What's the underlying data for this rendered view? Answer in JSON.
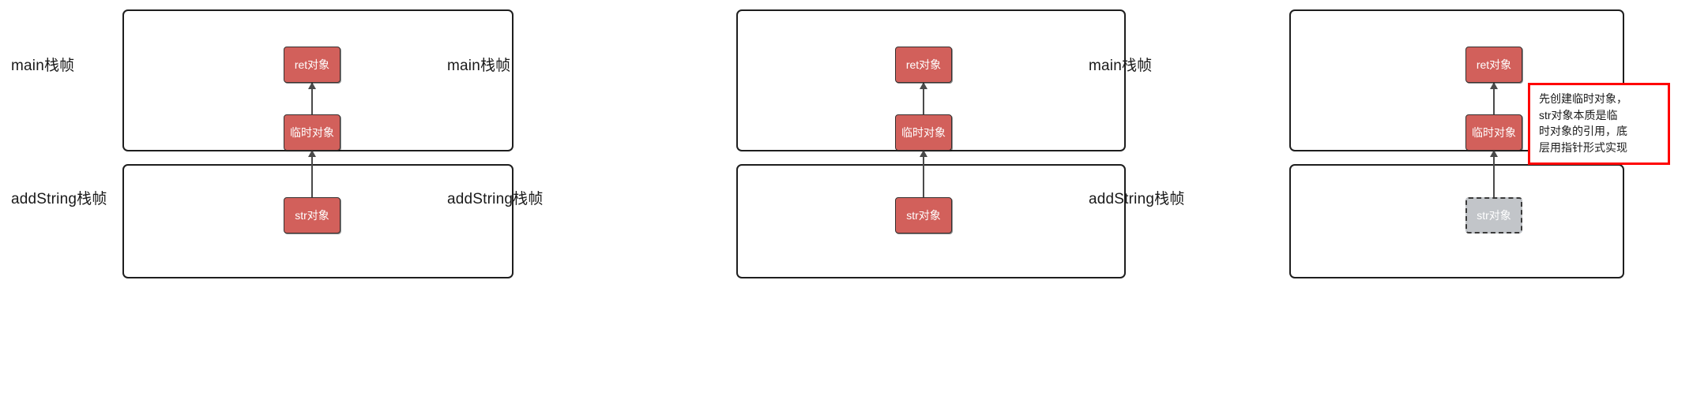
{
  "diagram": {
    "title": "C++ return value temporary object stack frame diagram",
    "colors": {
      "object_fill": "#d2605b",
      "object_border": "#36302f",
      "ghost_fill": "#c2c5c9",
      "ghost_border": "#3a3a3a",
      "frame_border": "#1e1e1e",
      "arrow": "#4a4a4a",
      "callout_border": "#ff0000",
      "text": "#1a1a1a",
      "object_text": "#ffffff",
      "background": "#ffffff"
    },
    "labels": {
      "main_frame": "main栈帧",
      "addstring_frame": "addString栈帧"
    },
    "objects": {
      "ret": "ret对象",
      "temp": "临时对象",
      "str": "str对象"
    },
    "panels": [
      {
        "id": "panel-1",
        "main_label": "main栈帧",
        "addstring_label": "addString栈帧",
        "boxes": [
          {
            "name": "ret-object",
            "label": "ret对象",
            "style": "red",
            "frame": "main"
          },
          {
            "name": "temp-object",
            "label": "临时对象",
            "style": "red",
            "frame": "main"
          },
          {
            "name": "str-object",
            "label": "str对象",
            "style": "red",
            "frame": "addString"
          }
        ],
        "arrows": [
          {
            "from": "temp-object",
            "to": "ret-object"
          },
          {
            "from": "str-object",
            "to": "temp-object"
          }
        ],
        "callout": null
      },
      {
        "id": "panel-2",
        "main_label": "main栈帧",
        "addstring_label": "addString栈帧",
        "boxes": [
          {
            "name": "ret-object",
            "label": "ret对象",
            "style": "red",
            "frame": "main"
          },
          {
            "name": "temp-object",
            "label": "临时对象",
            "style": "red",
            "frame": "main"
          },
          {
            "name": "str-object",
            "label": "str对象",
            "style": "red",
            "frame": "addString"
          }
        ],
        "arrows": [
          {
            "from": "temp-object",
            "to": "ret-object"
          },
          {
            "from": "str-object",
            "to": "temp-object"
          }
        ],
        "callout": null
      },
      {
        "id": "panel-3",
        "main_label": "main栈帧",
        "addstring_label": "addString栈帧",
        "boxes": [
          {
            "name": "ret-object",
            "label": "ret对象",
            "style": "red",
            "frame": "main"
          },
          {
            "name": "temp-object",
            "label": "临时对象",
            "style": "red",
            "frame": "main"
          },
          {
            "name": "str-object",
            "label": "str对象",
            "style": "ghost",
            "frame": "addString"
          }
        ],
        "arrows": [
          {
            "from": "temp-object",
            "to": "ret-object"
          },
          {
            "from": "str-object",
            "to": "temp-object"
          }
        ],
        "callout": {
          "name": "annotation-callout",
          "lines": [
            "先创建临时对象，",
            "str对象本质是临",
            "时对象的引用，底",
            "层用指针形式实现"
          ]
        }
      }
    ]
  }
}
